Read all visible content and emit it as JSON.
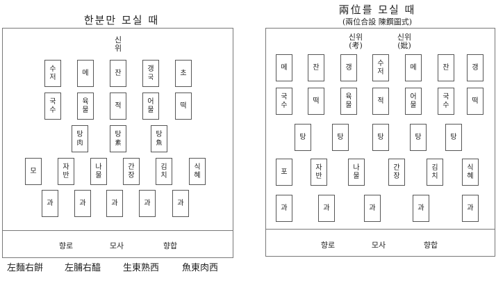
{
  "single": {
    "title": "한분만  모실 때",
    "spirit": "신\n위",
    "rows": [
      [
        "수\n저",
        "메",
        "잔",
        "갱",
        "초"
      ],
      [
        "국\n수",
        "육\n물",
        "적",
        "어\n물",
        "떡"
      ],
      [
        "탕",
        "탕",
        "탕"
      ],
      [
        "모",
        "자\n반",
        "나\n물",
        "간\n장",
        "김\n치",
        "식\n혜"
      ],
      [
        "과",
        "과",
        "과",
        "과",
        "과"
      ]
    ],
    "row_subs": {
      "0": {
        "3": "국"
      },
      "2": {
        "0": "肉",
        "1": "素",
        "2": "魚"
      }
    },
    "bottom": [
      "향로",
      "모사",
      "향합"
    ],
    "rules": [
      "左麵右餠",
      "左脯右醯",
      "生東熟西",
      "魚東肉西"
    ]
  },
  "double": {
    "title": "兩位를  모실 때",
    "subtitle": "(兩位合設 陳饌圖式)",
    "spirits": [
      "신위\n(考)",
      "신위\n(妣)"
    ],
    "rows": [
      [
        "메",
        "잔",
        "갱",
        "수\n저",
        "메",
        "잔",
        "갱"
      ],
      [
        "국\n수",
        "떡",
        "육\n물",
        "적",
        "어\n물",
        "국\n수",
        "떡"
      ],
      [
        "탕",
        "탕",
        "탕",
        "탕",
        "탕"
      ],
      [
        "포",
        "자\n반",
        "나\n물",
        "간\n장",
        "김\n치",
        "식\n혜"
      ],
      [
        "과",
        "과",
        "과",
        "과",
        "과"
      ]
    ],
    "bottom": [
      "향로",
      "모사",
      "향합"
    ]
  }
}
